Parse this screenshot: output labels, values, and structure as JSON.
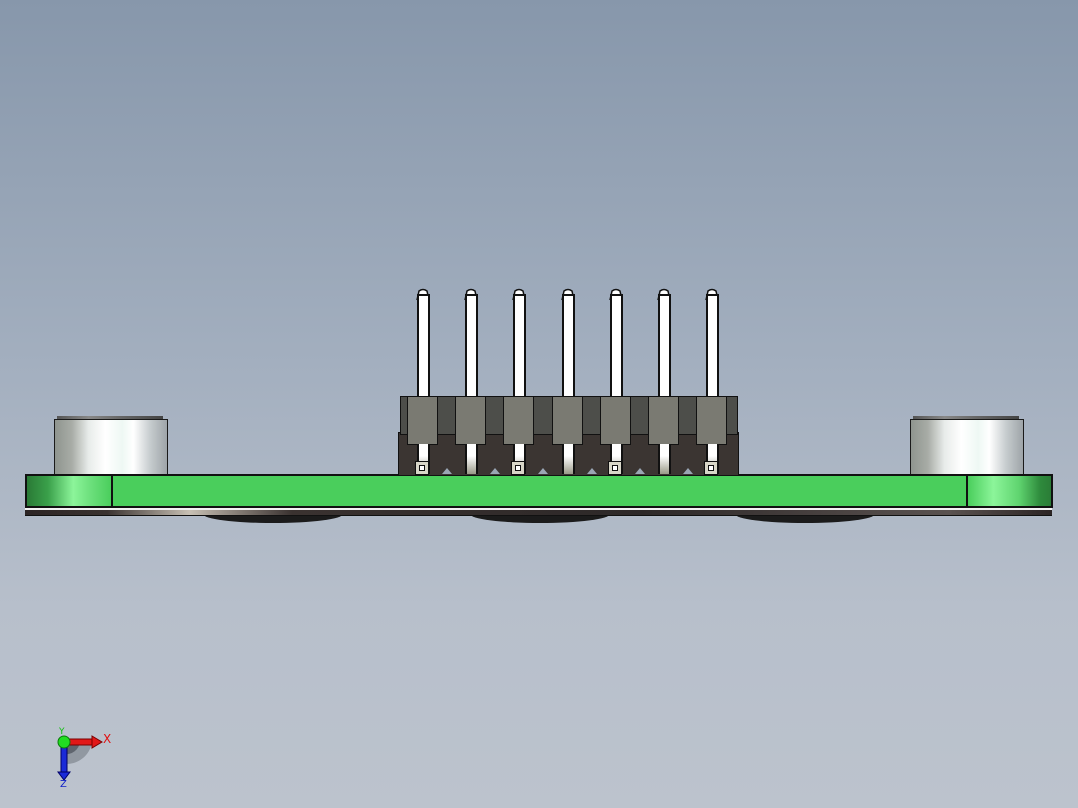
{
  "viewport": {
    "name": "cad-graphics-area",
    "background_top": "#8797ab",
    "background_bottom": "#bcc3cd"
  },
  "model": {
    "description": "PCB breakout board side view",
    "board_color": "#4ace5c",
    "pin_header": {
      "pin_count": 7,
      "pin_x_centers": [
        423,
        471,
        519,
        568,
        616,
        664,
        712
      ],
      "pins_with_visible_square": [
        0,
        2,
        4,
        6
      ]
    },
    "standoffs": [
      {
        "name": "left-standoff"
      },
      {
        "name": "right-standoff"
      }
    ]
  },
  "triad": {
    "x_label": "X",
    "y_label": "Y",
    "z_label": "Z",
    "x_color": "#e01010",
    "y_color": "#10d010",
    "z_color": "#1020c8"
  }
}
